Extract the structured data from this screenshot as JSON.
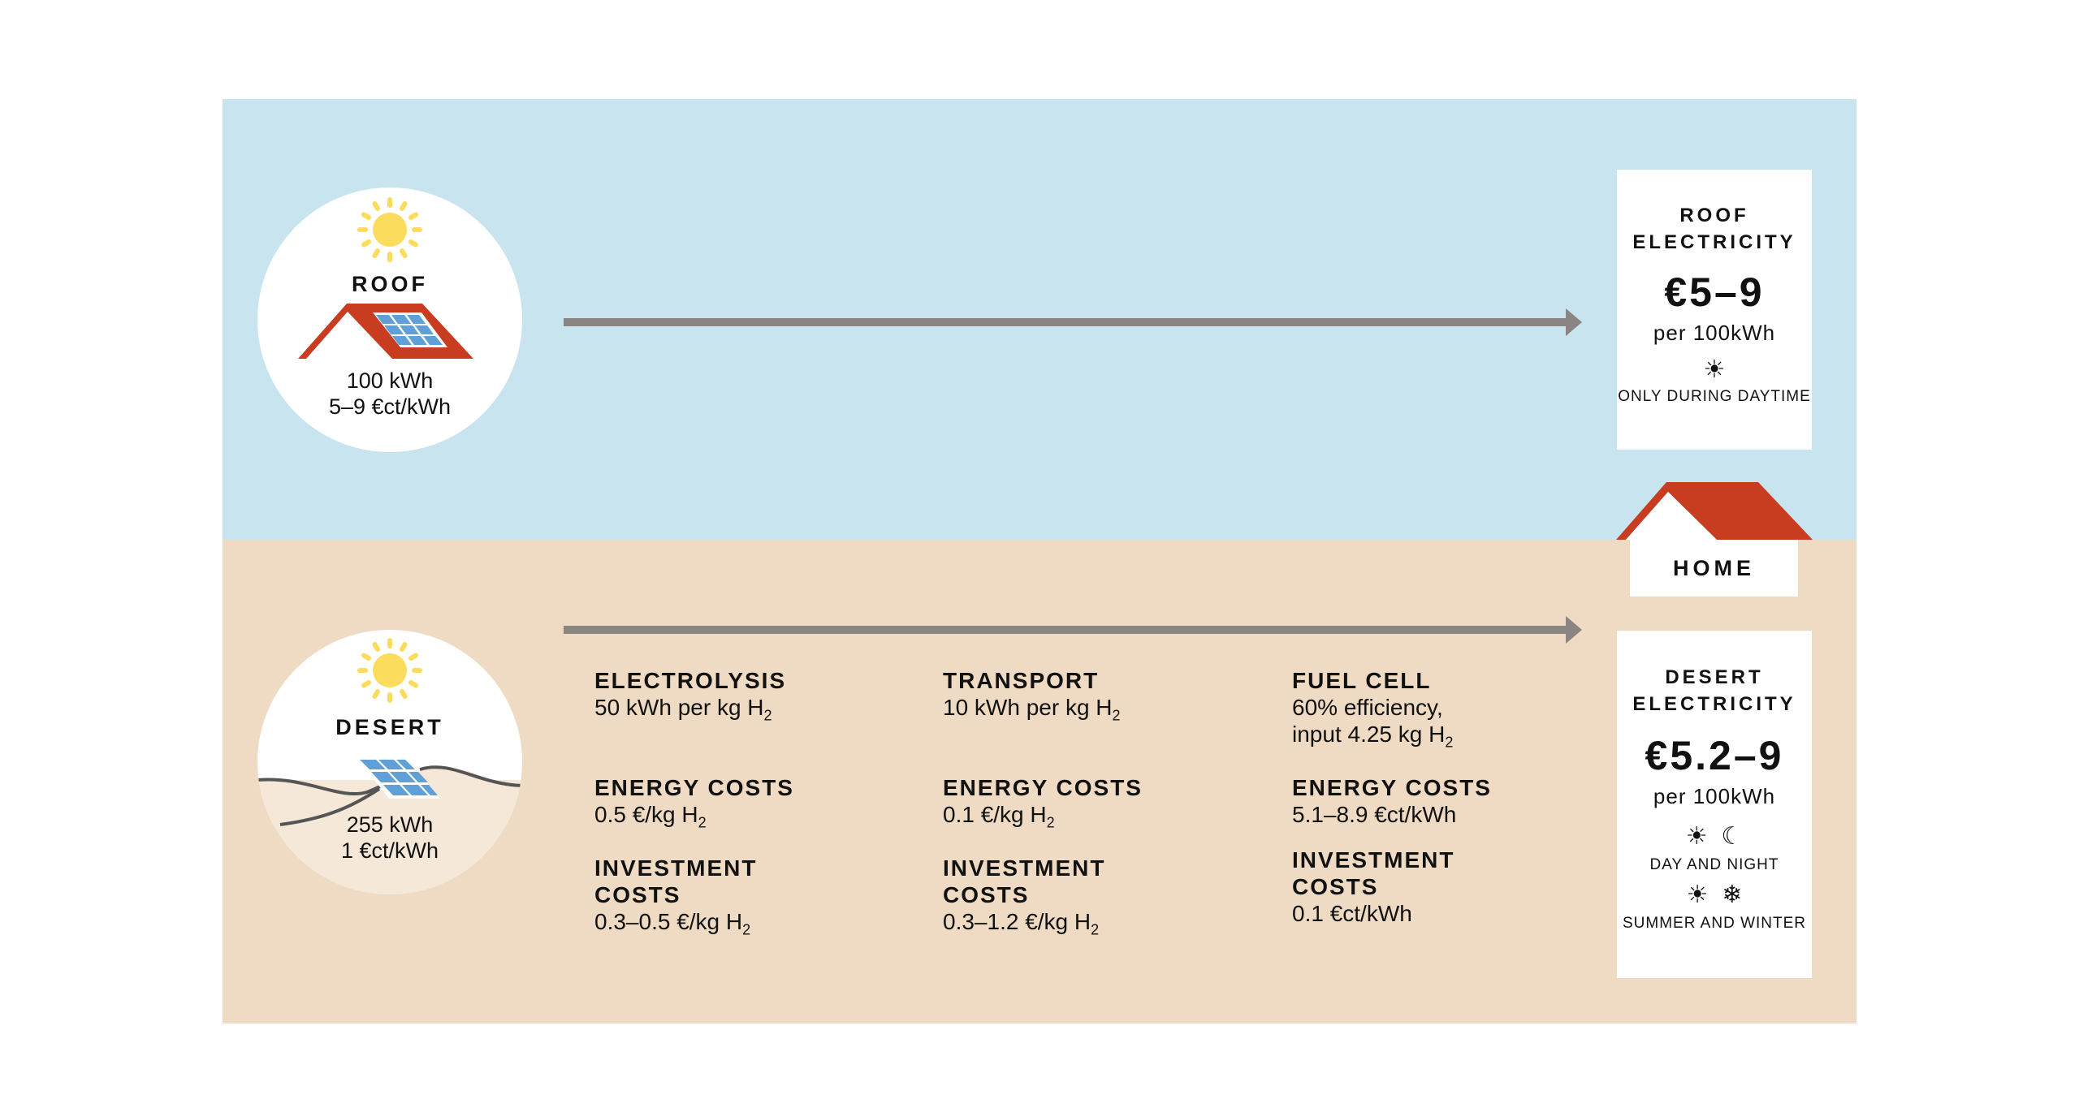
{
  "roof": {
    "title": "ROOF",
    "line1": "100 kWh",
    "line2": "5–9 €ct/kWh"
  },
  "desert": {
    "title": "DESERT",
    "line1": "255 kWh",
    "line2": "1 €ct/kWh"
  },
  "roof_box": {
    "title1": "ROOF",
    "title2": "ELECTRICITY",
    "price": "€5–9",
    "per": "per 100kWh",
    "note": "ONLY DURING DAYTIME",
    "icons": [
      "sun-icon"
    ]
  },
  "home": {
    "label": "HOME"
  },
  "desert_box": {
    "title1": "DESERT",
    "title2": "ELECTRICITY",
    "price": "€5.2–9",
    "per": "per 100kWh",
    "note1": "DAY AND NIGHT",
    "note2": "SUMMER AND WINTER",
    "icons": [
      "sun-icon",
      "moon-icon",
      "sun-icon",
      "snowflake-icon"
    ]
  },
  "steps": [
    {
      "title": "ELECTROLYSIS",
      "desc1": "50 kWh per kg H",
      "desc2": "",
      "energy_label": "ENERGY COSTS",
      "energy": "0.5 €/kg H",
      "invest_label1": "INVESTMENT",
      "invest_label2": "COSTS",
      "invest": "0.3–0.5 €/kg H"
    },
    {
      "title": "TRANSPORT",
      "desc1": "10 kWh per kg H",
      "desc2": "",
      "energy_label": "ENERGY COSTS",
      "energy": "0.1 €/kg H",
      "invest_label1": "INVESTMENT",
      "invest_label2": "COSTS",
      "invest": "0.3–1.2 €/kg H"
    },
    {
      "title": "FUEL CELL",
      "desc1": "60% efficiency,",
      "desc2": "input 4.25 kg H",
      "energy_label": "ENERGY COSTS",
      "energy": "5.1–8.9 €ct/kWh",
      "invest_label1": "INVESTMENT",
      "invest_label2": "COSTS",
      "invest": "0.1 €ct/kWh"
    }
  ],
  "subscript": "2",
  "colors": {
    "sky": "#c8e4ee",
    "sand": "#efdbc3",
    "roof_red": "#c83c20",
    "sun": "#fcdc5c",
    "panel": "#5fa0d8",
    "arrow": "#8a8583"
  }
}
